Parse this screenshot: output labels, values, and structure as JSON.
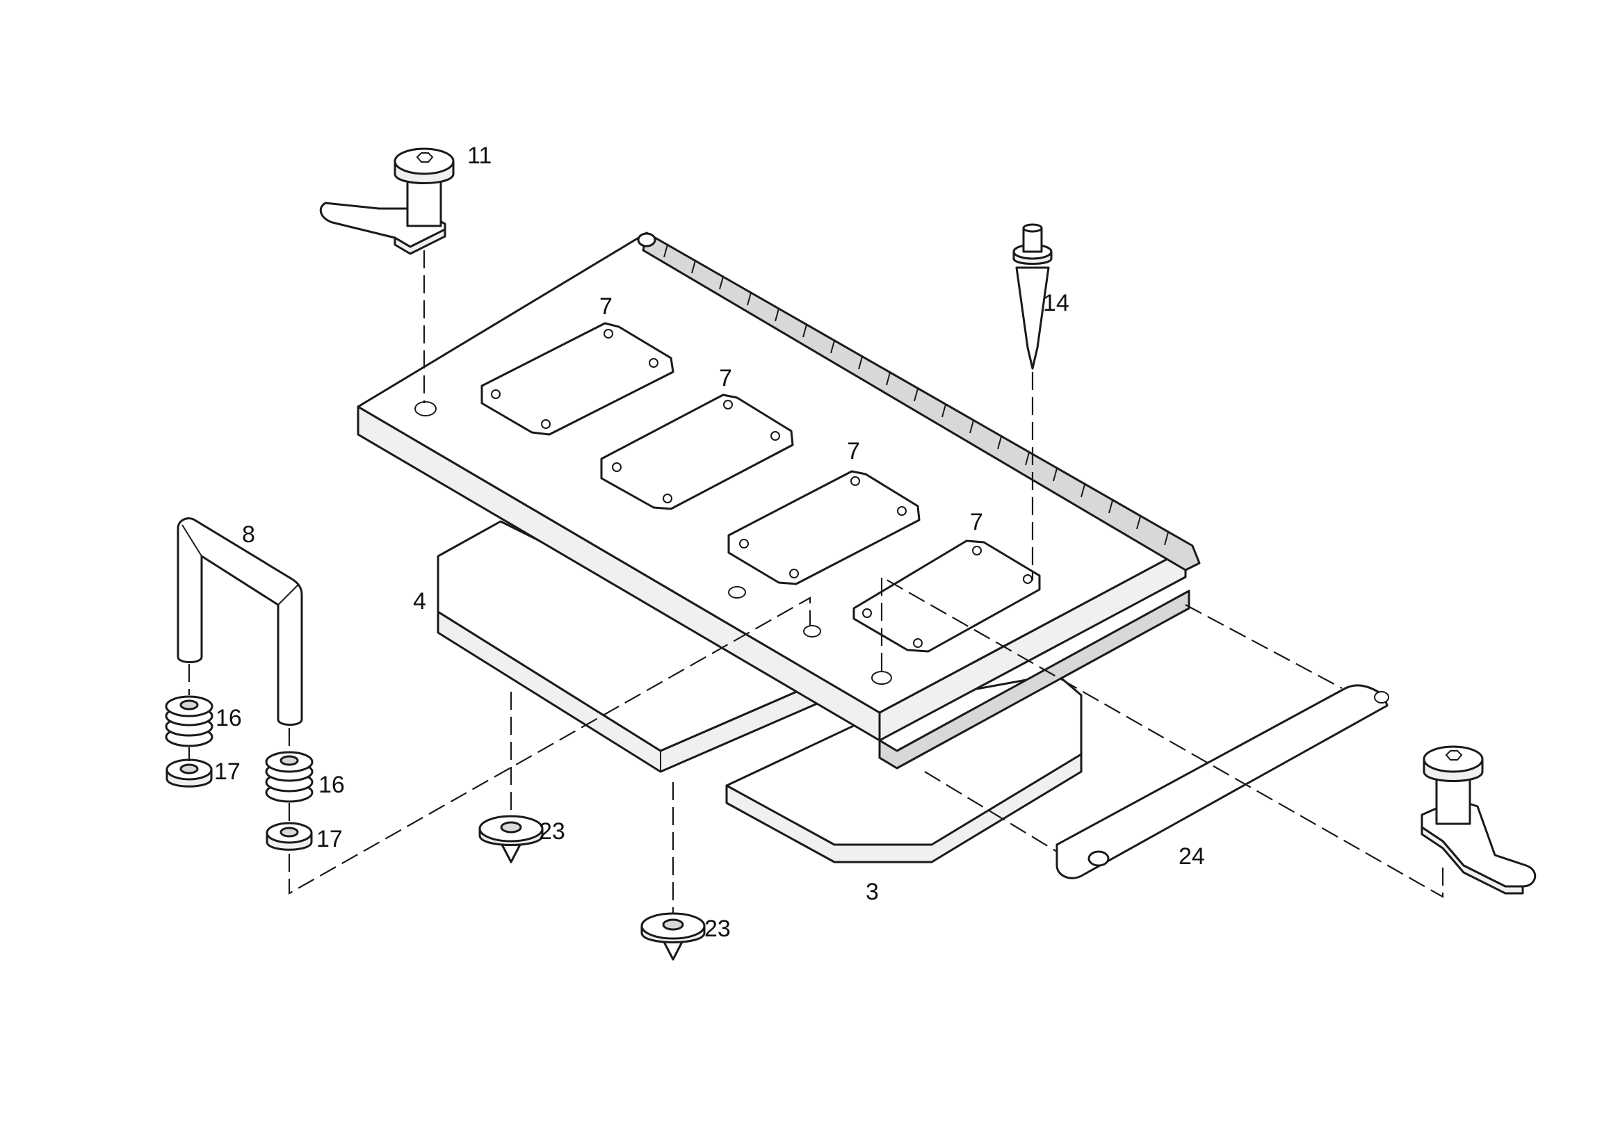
{
  "labels": {
    "p3": "3",
    "p4": "4",
    "p7a": "7",
    "p7b": "7",
    "p7c": "7",
    "p7d": "7",
    "p8": "8",
    "p11": "11",
    "p14": "14",
    "p16a": "16",
    "p16b": "16",
    "p17a": "17",
    "p17b": "17",
    "p23a": "23",
    "p23b": "23",
    "p24": "24"
  }
}
